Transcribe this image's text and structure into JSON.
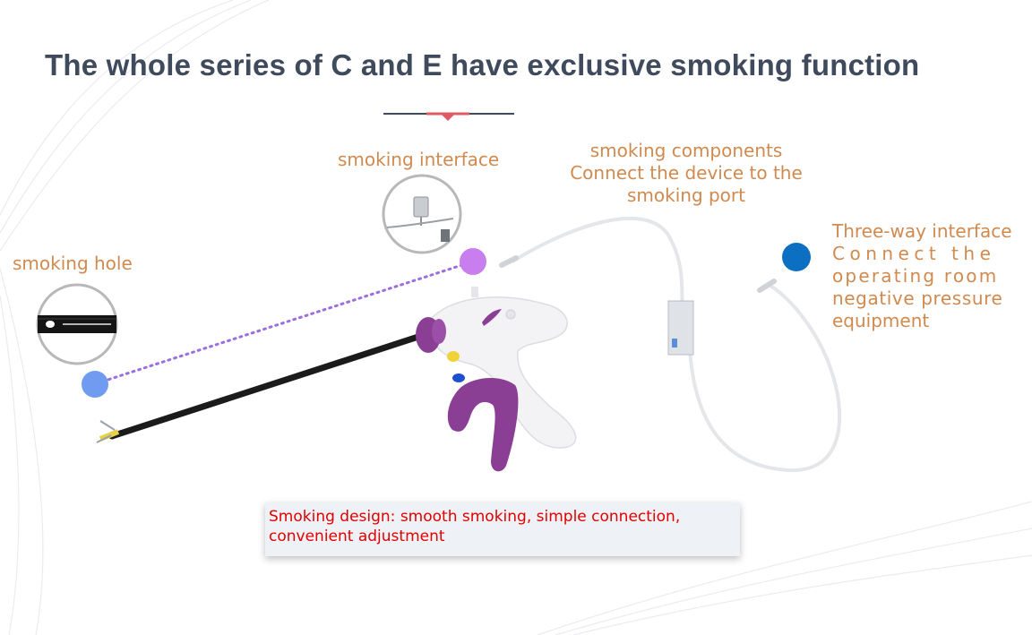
{
  "title": "The whole series of C and E have exclusive smoking function",
  "labels": {
    "smoking_interface": "smoking interface",
    "smoking_components": {
      "line1": "smoking components",
      "line2": "Connect the device to the",
      "line3": "smoking port"
    },
    "smoking_hole": "smoking hole",
    "three_way": {
      "heading": "Three-way interface",
      "line1": "Connect the",
      "line2": "operating room",
      "line3": "negative pressure",
      "line4": "equipment"
    }
  },
  "caption": {
    "line1": "Smoking design: smooth smoking, simple connection,",
    "line2": "convenient adjustment"
  },
  "colors": {
    "title": "#3f4a5c",
    "label": "#d08a4f",
    "caption": "#e00000",
    "accent_red": "#e05a63",
    "dot_interface": "#c97ef0",
    "dot_hole": "#6f9cf0",
    "dot_three_way": "#0c6fc2",
    "handle_purple": "#8a3f95"
  }
}
